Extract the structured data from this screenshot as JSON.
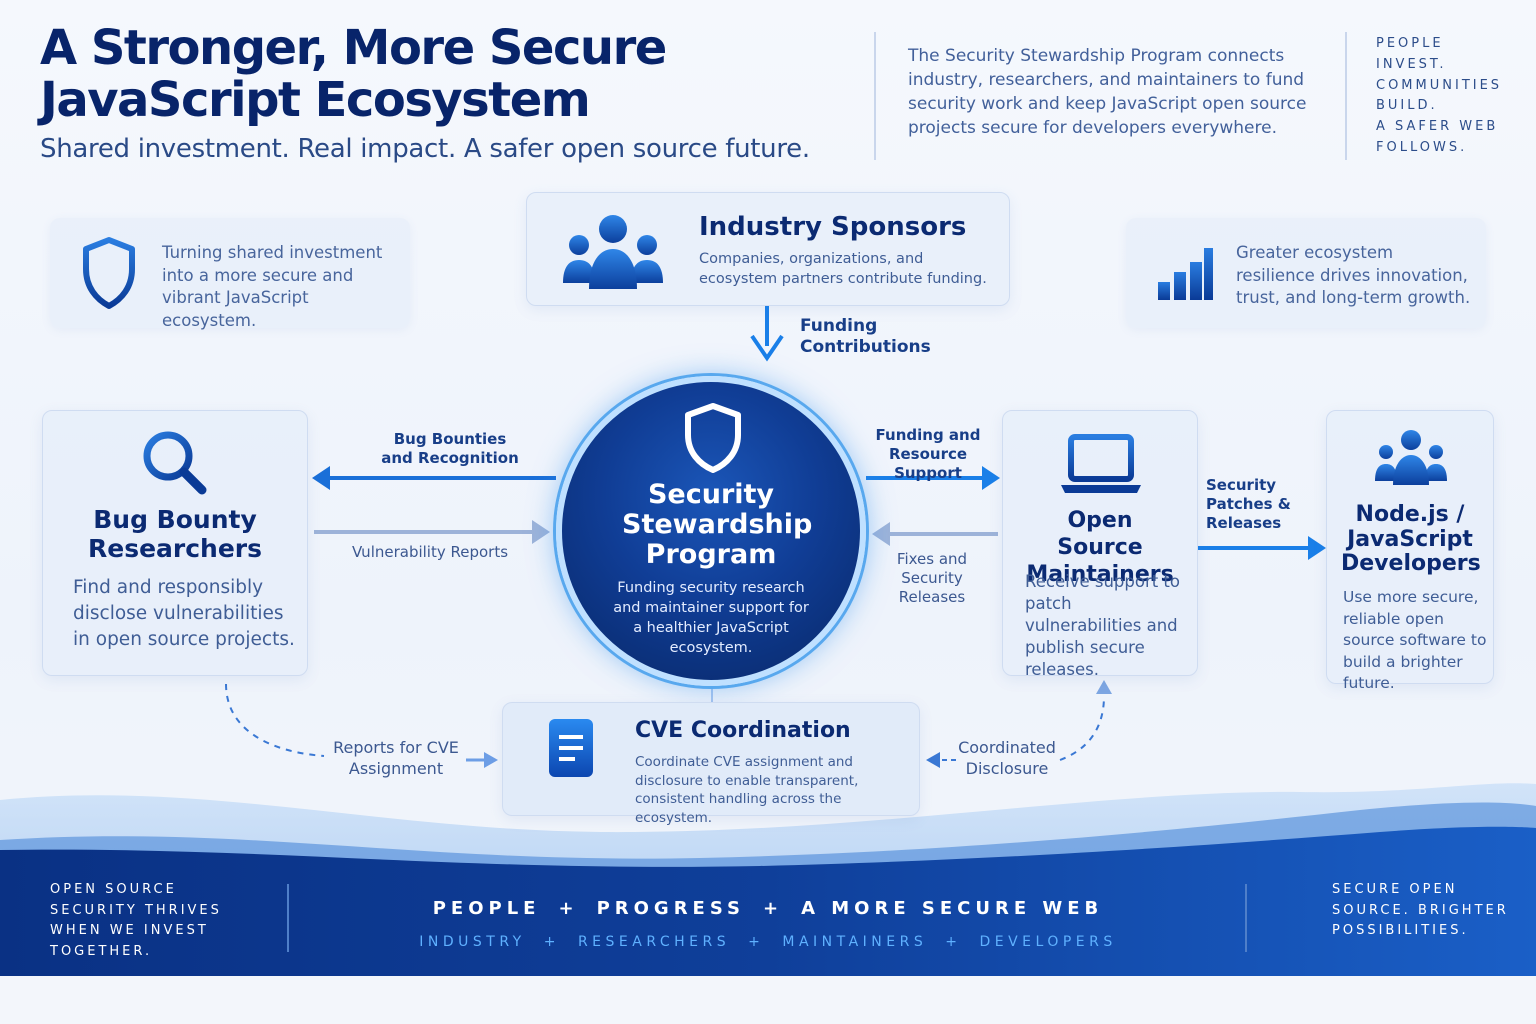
{
  "header": {
    "title": "A Stronger, More Secure JavaScript Ecosystem",
    "subtitle": "Shared investment. Real impact. A safer open source future.",
    "intro": "The Security Stewardship Program connects industry, researchers, and maintainers to fund security work and keep JavaScript open source projects secure for developers everywhere.",
    "motto": [
      "PEOPLE",
      "INVEST.",
      "COMMUNITIES",
      "BUILD.",
      "A SAFER WEB",
      "FOLLOWS."
    ]
  },
  "left_note": "Turning shared investment into a more secure and vibrant JavaScript ecosystem.",
  "right_note": "Greater ecosystem resilience drives innovation, trust, and long-term growth.",
  "sponsors": {
    "title": "Industry Sponsors",
    "desc": "Companies, organizations, and ecosystem partners contribute funding."
  },
  "edges": {
    "funding_contributions": "Funding Contributions",
    "bug_bounties": "Bug Bounties and Recognition",
    "vuln_reports": "Vulnerability Reports",
    "funding_resource": "Funding and Resource Support",
    "fixes": "Fixes and Security Releases",
    "patches": "Security Patches & Releases",
    "reports_cve": "Reports for CVE Assignment",
    "coordinated": "Coordinated Disclosure"
  },
  "hub": {
    "title": "Security Stewardship Program",
    "desc": "Funding security research and maintainer support for a healthier JavaScript ecosystem."
  },
  "researchers": {
    "title": "Bug Bounty Researchers",
    "desc": "Find and responsibly disclose vulnerabilities in open source projects."
  },
  "maintainers": {
    "title": "Open Source Maintainers",
    "desc": "Receive support to patch vulnerabilities and publish secure releases."
  },
  "developers": {
    "title": "Node.js / JavaScript Developers",
    "desc": "Use more secure, reliable open source software to build a brighter future."
  },
  "cve": {
    "title": "CVE Coordination",
    "desc": "Coordinate CVE assignment and disclosure to enable transparent, consistent handling across the ecosystem."
  },
  "footer": {
    "left": "OPEN SOURCE SECURITY THRIVES WHEN WE INVEST TOGETHER.",
    "top": [
      "PEOPLE",
      "PROGRESS",
      "A MORE SECURE WEB"
    ],
    "bottom": [
      "INDUSTRY",
      "RESEARCHERS",
      "MAINTAINERS",
      "DEVELOPERS"
    ],
    "right": "SECURE OPEN SOURCE. BRIGHTER POSSIBILITIES."
  },
  "colors": {
    "navy": "#08246a",
    "accent": "#1a7fe8",
    "hub": "#103d95",
    "footer": "#0b3a8e"
  }
}
